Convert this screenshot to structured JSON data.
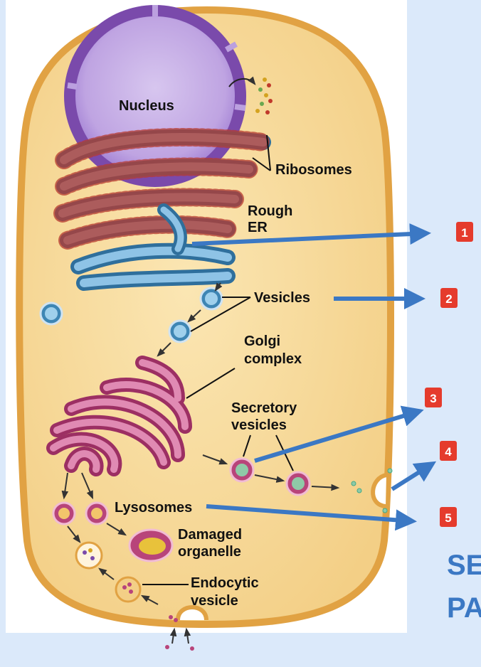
{
  "labels": {
    "nucleus": "Nucleus",
    "ribosomes": "Ribosomes",
    "rough_er": [
      "Rough",
      "ER"
    ],
    "vesicles": "Vesicles",
    "golgi": [
      "Golgi",
      "complex"
    ],
    "secretory": [
      "Secretory",
      "vesicles"
    ],
    "lysosomes": "Lysosomes",
    "damaged": [
      "Damaged",
      "organelle"
    ],
    "endocytic": [
      "Endocytic",
      "vesicle"
    ]
  },
  "badges": [
    "1",
    "2",
    "3",
    "4",
    "5"
  ],
  "side_text": [
    "SE",
    "PA"
  ],
  "colors": {
    "background": "#dbe9fa",
    "cytoplasm": "#f6d796",
    "membrane": "#e4a94a",
    "nucleus": "#8a5bb8",
    "er": "#3e86b4",
    "golgi": "#b8447a",
    "arrow": "#3b78c4",
    "badge": "#e53b2c"
  }
}
